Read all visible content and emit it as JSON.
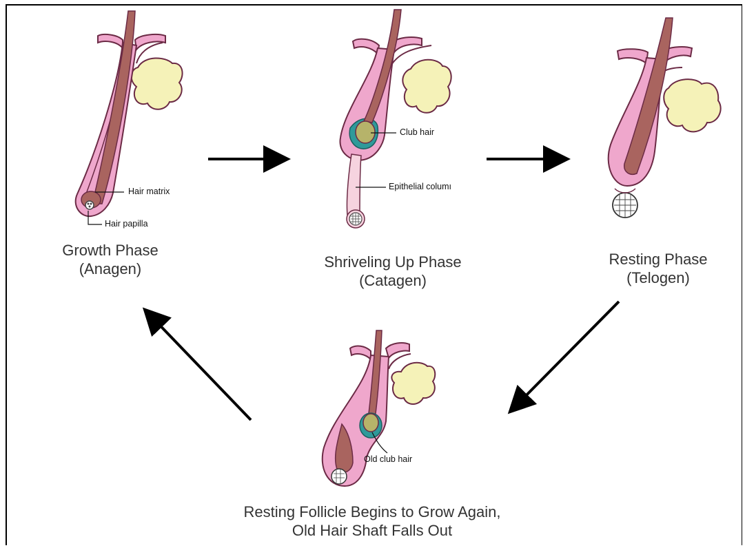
{
  "phases": {
    "anagen": {
      "name": "Growth Phase",
      "term": "(Anagen)"
    },
    "catagen": {
      "name": "Shriveling Up Phase",
      "term": "(Catagen)"
    },
    "telogen": {
      "name": "Resting Phase",
      "term": "(Telogen)"
    },
    "regrowth": {
      "name": "Resting Follicle Begins to Grow Again,",
      "term": "Old Hair Shaft Falls Out"
    }
  },
  "callouts": {
    "hair_matrix": "Hair matrix",
    "hair_papilla": "Hair papilla",
    "club_hair": "Club hair",
    "epithelial_column": "Epithelial columı",
    "old_club_hair": "Old club hair"
  },
  "colors": {
    "follicle_pink": "#efa7cc",
    "follicle_outline": "#6b2a45",
    "hair_shaft": "#a9645f",
    "gland_yellow": "#f5f2b8",
    "club_hair_olive": "#b6b36a",
    "sheath_teal": "#2f9a9a",
    "column_light_pink": "#f6d3df",
    "arrow": "#000000"
  },
  "icons": [
    "follicle-anagen-icon",
    "follicle-catagen-icon",
    "follicle-telogen-icon",
    "follicle-regrowth-icon"
  ]
}
